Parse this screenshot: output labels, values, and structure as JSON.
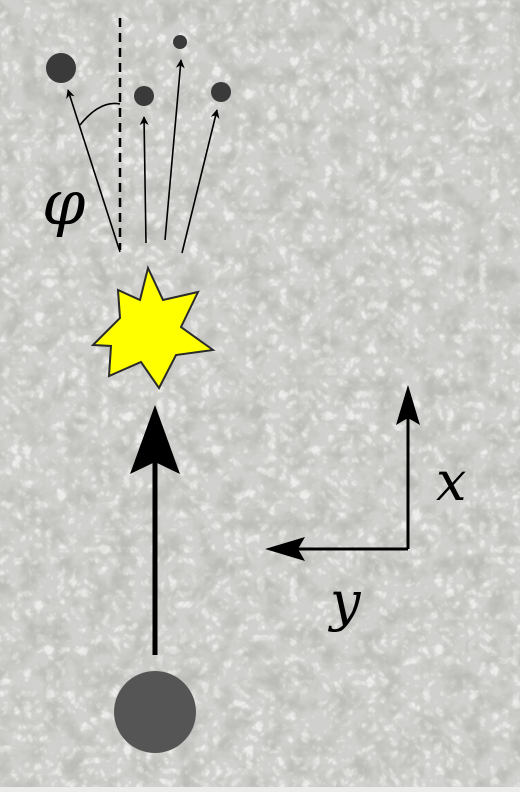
{
  "labels": {
    "angle": "φ",
    "axis_x": "x",
    "axis_y": "y"
  },
  "colors": {
    "background": "#ececea",
    "texture": "#9a9a96",
    "particle": "#555555",
    "line": "#000000",
    "burst_fill": "#ffff00",
    "burst_stroke": "#2a2a2a"
  }
}
